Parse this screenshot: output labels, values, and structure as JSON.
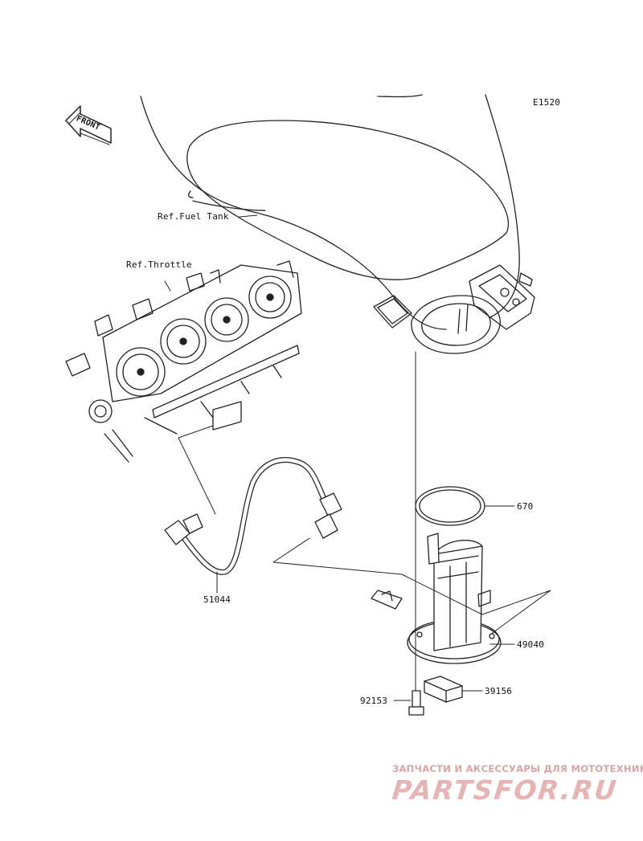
{
  "diagram_code": "E1520",
  "front_label": "FRONT",
  "references": {
    "fuel_tank": "Ref.Fuel Tank",
    "throttle": "Ref.Throttle"
  },
  "parts": {
    "o_ring": "670",
    "hose": "51044",
    "fuel_pump": "49040",
    "bolt": "92153",
    "pad": "39156"
  },
  "watermark": {
    "tagline": "ЗАПЧАСТИ И АКСЕССУАРЫ ДЛЯ МОТОТЕХНИКИ",
    "brand": "PARTSFOR.RU",
    "color": "#e7b4b4"
  }
}
